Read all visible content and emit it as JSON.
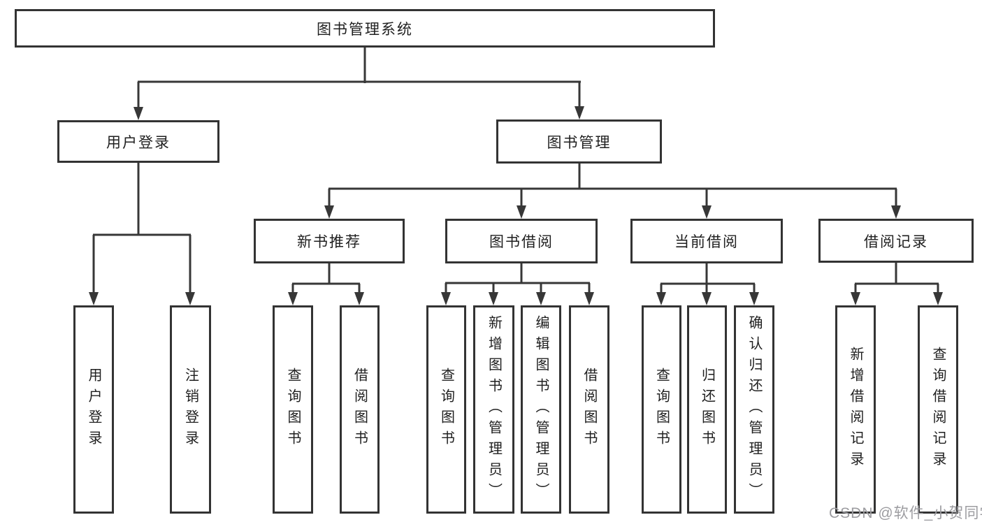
{
  "diagram": {
    "nodes": {
      "root": "图书管理系统",
      "user_login": "用户登录",
      "book_mgmt": "图书管理",
      "new_book_rec": "新书推荐",
      "book_borrow": "图书借阅",
      "current_borrow": "当前借阅",
      "borrow_record": "借阅记录",
      "leaf_user_login": "用户登录",
      "leaf_logout": "注销登录",
      "leaf_rec_query_book": "查询图书",
      "leaf_rec_borrow_book": "借阅图书",
      "leaf_bb_query_book": "查询图书",
      "leaf_bb_add_book": "新增图书（管理员）",
      "leaf_bb_edit_book": "编辑图书（管理员）",
      "leaf_bb_borrow_book": "借阅图书",
      "leaf_cb_query_book": "查询图书",
      "leaf_cb_return_book": "归还图书",
      "leaf_cb_confirm_return": "确认归还（管理员）",
      "leaf_br_add_record": "新增借阅记录",
      "leaf_br_query_record": "查询借阅记录"
    },
    "colors": {
      "line": "#373737",
      "box_border": "#333333",
      "text": "#1f1f1f"
    }
  },
  "watermark": {
    "text": "CSDN @软件_小贺同学",
    "color": "#9c9ca0"
  }
}
